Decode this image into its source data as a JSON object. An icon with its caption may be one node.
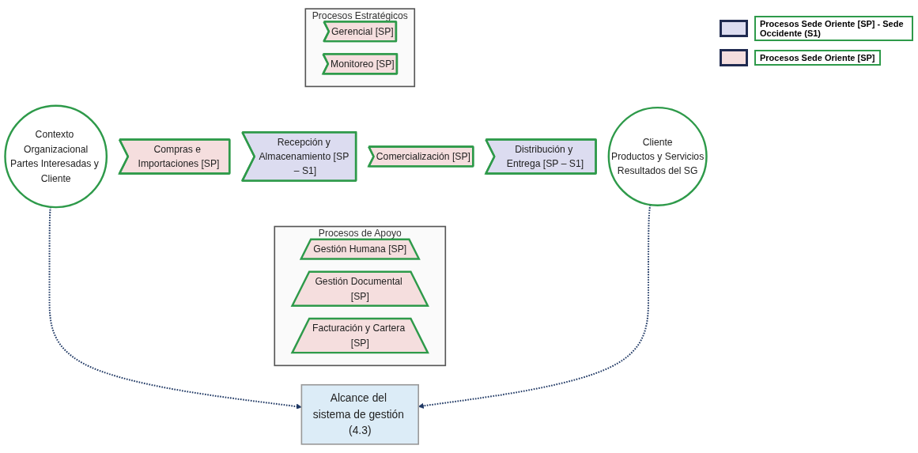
{
  "diagram": {
    "nodes": [
      {
        "text": [
          "Procesos Estratégicos"
        ]
      },
      {
        "text": [
          "Gerencial [SP]"
        ],
        "in": 0
      },
      {
        "text": [
          "Monitoreo [SP]"
        ],
        "in": 0
      },
      {
        "text": [
          "Contexto Organizacional",
          "Partes Interesadas y Cliente"
        ]
      },
      {
        "text": [
          "Compras e Importaciones [SP]"
        ]
      },
      {
        "text": [
          "Recepción y Almacenamiento [SP – S1]"
        ]
      },
      {
        "text": [
          "Comercialización [SP]"
        ]
      },
      {
        "text": [
          "Distribución y Entrega [SP – S1]"
        ]
      },
      {
        "text": [
          "Cliente",
          "Productos y Servicios",
          "Resultados del SG"
        ]
      },
      {
        "text": [
          "Procesos de Apoyo"
        ]
      },
      {
        "text": [
          "Gestión Humana [SP]"
        ],
        "in": 9
      },
      {
        "text": [
          "Gestión Documental [SP]"
        ],
        "in": 9
      },
      {
        "text": [
          "Facturación y Cartera [SP]"
        ],
        "in": 9
      },
      {
        "text": [
          "Alcance del sistema de gestión (4.3)"
        ]
      }
    ],
    "edges": [
      {
        "from": 3,
        "to": 13,
        "arrow": "to",
        "style": "dashed",
        "color": "#1f3864"
      },
      {
        "from": 8,
        "to": 13,
        "arrow": "to",
        "style": "dashed",
        "color": "#1f3864"
      }
    ],
    "legend": [
      {
        "text": "Procesos Sede Oriente [SP] - Sede Occidente (S1)",
        "color": "#dcdcf0"
      },
      {
        "text": "Procesos Sede Oriente [SP]",
        "color": "#f5dede"
      }
    ]
  }
}
